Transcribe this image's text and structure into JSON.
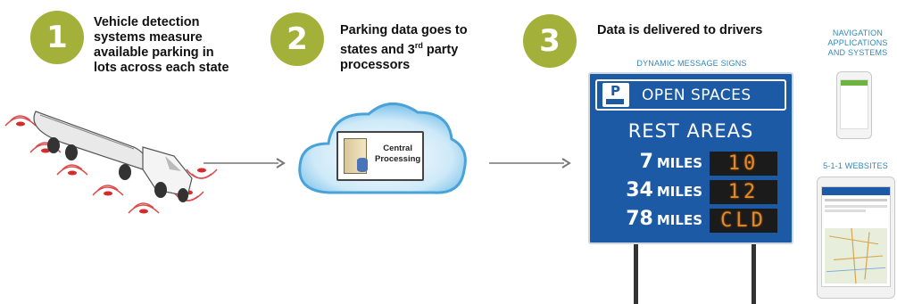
{
  "steps": [
    {
      "number": "1",
      "text_lines": [
        "Vehicle detection",
        "systems measure",
        "available parking in",
        "lots across each state"
      ]
    },
    {
      "number": "2",
      "text_lines": [
        "Parking data goes to",
        "states and 3",
        "processors"
      ],
      "superscript": "rd",
      "line2_tail": " party"
    },
    {
      "number": "3",
      "text_lines": [
        "Data is delivered to drivers"
      ]
    }
  ],
  "cloud": {
    "label_line1": "Central",
    "label_line2": "Processing"
  },
  "captions": {
    "dms": "DYNAMIC MESSAGE SIGNS",
    "nav_line1": "NAVIGATION",
    "nav_line2": "APPLICATIONS",
    "nav_line3": "AND SYSTEMS",
    "websites": "5-1-1 WEBSITES"
  },
  "sign": {
    "icon": "parking-truck-icon",
    "header": "OPEN SPACES",
    "subheader": "REST AREAS",
    "rows": [
      {
        "miles": "7",
        "unit": "MILES",
        "spaces": "10"
      },
      {
        "miles": "34",
        "unit": "MILES",
        "spaces": "12"
      },
      {
        "miles": "78",
        "unit": "MILES",
        "spaces": "CLD"
      }
    ]
  },
  "colors": {
    "step_circle": "#a3b13a",
    "sign_blue": "#1d5aa6",
    "led_amber": "#e18a2a",
    "caption_blue": "#2f88b8",
    "sensor_red": "#d62b2b",
    "cloud_blue": "#7ec3ea"
  }
}
